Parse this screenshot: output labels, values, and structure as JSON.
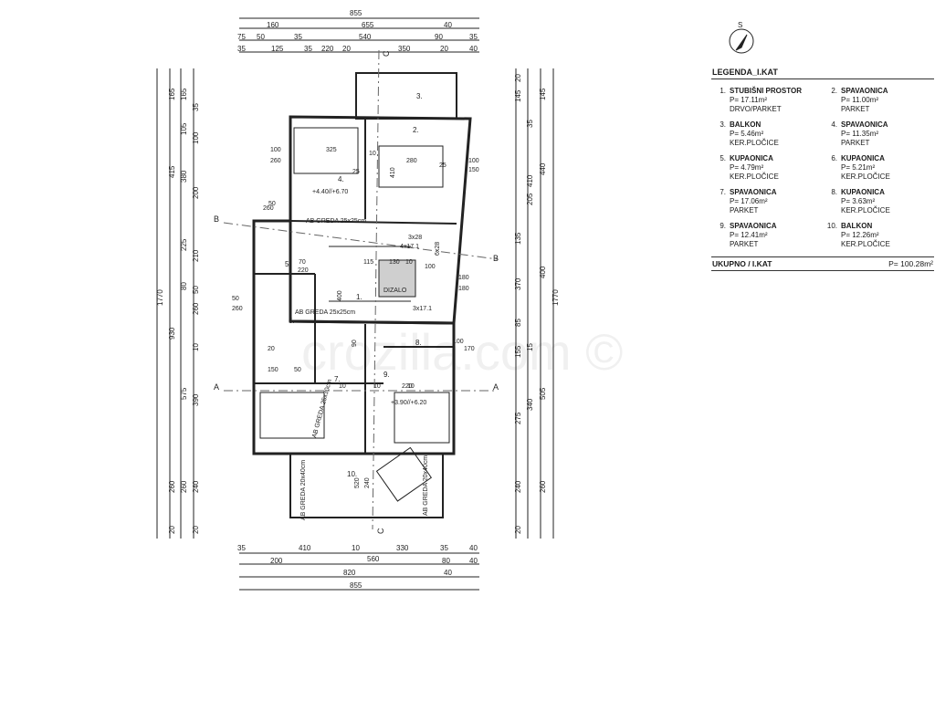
{
  "legend": {
    "title": "LEGENDA_I.KAT",
    "entries": [
      {
        "num": "1.",
        "name": "STUBIŠNI PROSTOR",
        "area": "P= 17.11m²",
        "floor": "DRVO/PARKET"
      },
      {
        "num": "2.",
        "name": "SPAVAONICA",
        "area": "P= 11.00m²",
        "floor": "PARKET"
      },
      {
        "num": "3.",
        "name": "BALKON",
        "area": "P= 5.46m²",
        "floor": "KER.PLOČICE"
      },
      {
        "num": "4.",
        "name": "SPAVAONICA",
        "area": "P= 11.35m²",
        "floor": "PARKET"
      },
      {
        "num": "5.",
        "name": "KUPAONICA",
        "area": "P= 4.79m²",
        "floor": "KER.PLOČICE"
      },
      {
        "num": "6.",
        "name": "KUPAONICA",
        "area": "P= 5.21m²",
        "floor": "KER.PLOČICE"
      },
      {
        "num": "7.",
        "name": "SPAVAONICA",
        "area": "P= 17.06m²",
        "floor": "PARKET"
      },
      {
        "num": "8.",
        "name": "KUPAONICA",
        "area": "P= 3.63m²",
        "floor": "KER.PLOČICE"
      },
      {
        "num": "9.",
        "name": "SPAVAONICA",
        "area": "P= 12.41m²",
        "floor": "PARKET"
      },
      {
        "num": "10.",
        "name": "BALKON",
        "area": "P= 12.26m²",
        "floor": "KER.PLOČICE"
      }
    ],
    "total_label": "UKUPNO / I.KAT",
    "total_value": "P= 100.28m²"
  },
  "north_label": "S",
  "dims_top": {
    "row1": [
      "855"
    ],
    "row2": [
      "160",
      "655",
      "40"
    ],
    "row3": [
      "75",
      "50",
      "35",
      "540",
      "90",
      "35"
    ],
    "row4": [
      "35",
      "125",
      "35",
      "220",
      "20",
      "350",
      "20",
      "40"
    ]
  },
  "dims_bottom": {
    "row1": [
      "35",
      "410",
      "10",
      "560",
      "330",
      "35",
      "40"
    ],
    "row2": [
      "200",
      "80",
      "40"
    ],
    "row3": [
      "820",
      "40"
    ],
    "row4": [
      "855"
    ]
  },
  "dims_left": {
    "outer": [
      "1770"
    ],
    "mid": [
      "415",
      "930",
      "260",
      "20"
    ],
    "inner": [
      "165",
      "105",
      "380",
      "225",
      "80",
      "260",
      "10",
      "575",
      "260"
    ],
    "inner2": [
      "165",
      "35",
      "100",
      "200",
      "210",
      "50",
      "390",
      "240",
      "20"
    ]
  },
  "dims_right": {
    "outer": [
      "1770"
    ],
    "mid": [
      "145",
      "410",
      "400",
      "505",
      "260"
    ],
    "inner": [
      "20",
      "145",
      "35",
      "440",
      "205",
      "135",
      "370",
      "85",
      "155",
      "340",
      "275",
      "240",
      "20"
    ],
    "inner2": [
      "15"
    ]
  },
  "section_marks": [
    "A",
    "A",
    "B",
    "B",
    "C",
    "C"
  ],
  "rooms": [
    {
      "id": "1.",
      "area": ""
    },
    {
      "id": "2.",
      "area": ""
    },
    {
      "id": "3.",
      "area": ""
    },
    {
      "id": "4.",
      "area": ""
    },
    {
      "id": "5.",
      "area": ""
    },
    {
      "id": "6.",
      "area": ""
    },
    {
      "id": "7.",
      "area": ""
    },
    {
      "id": "8.",
      "area": ""
    },
    {
      "id": "9.",
      "area": ""
    },
    {
      "id": "10.",
      "area": ""
    }
  ],
  "plan_labels": {
    "elev1": "+4.40//+6.70",
    "elev2": "+3.90//+6.20",
    "greda1": "AB GREDA 25x25cm",
    "greda2": "AB GREDA 25x25cm",
    "greda3": "AB GREDA 25x30cm",
    "greda4": "AB GREDA 20x40cm",
    "greda5": "AB GREDA 20x40cm",
    "dizalo": "DIZALO",
    "stair1": "3x28",
    "stair2": "4x17.1",
    "stair3": "6x28",
    "stair4": "3x17.1",
    "misc": [
      "325",
      "280",
      "100",
      "260",
      "410",
      "25",
      "10",
      "25",
      "100",
      "150",
      "50",
      "260",
      "70",
      "220",
      "115",
      "130",
      "10",
      "100",
      "180",
      "180",
      "400",
      "50",
      "260",
      "20",
      "150",
      "50",
      "10",
      "220",
      "100",
      "170",
      "10",
      "90",
      "10",
      "520",
      "240"
    ]
  },
  "watermark": "crozilla.com ©"
}
